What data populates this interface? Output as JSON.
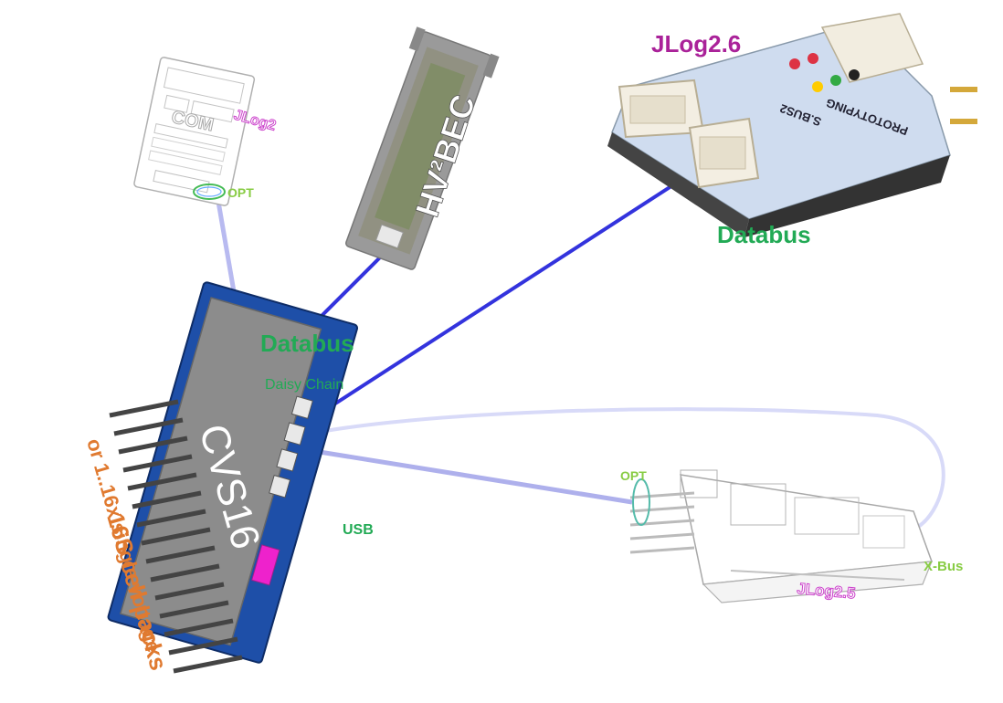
{
  "labels": {
    "jlog26": "JLog2.6",
    "jlog2": "JLog2",
    "jlog25": "JLog2.5",
    "hvbec": "HV²BEC",
    "cvs16": "CVS16",
    "databus_top": "Databus",
    "databus_mid": "Databus",
    "daisy_chain": "Daisy Chain",
    "opt_top": "OPT",
    "opt_right": "OPT",
    "usb": "USB",
    "xbus": "X-Bus",
    "packs_line1": "16S cell packs",
    "packs_line2": "or 1..16x single voltage"
  },
  "device_text": {
    "com": "COM",
    "prototyping": "PROTOTYPING",
    "bus": "S.BUS2"
  },
  "colors": {
    "databus_line": "#3333dd",
    "light_line": "#b8baf0",
    "green": "#22aa55",
    "light_green": "#88cc44",
    "magenta": "#aa2299",
    "pink": "#cc44cc",
    "orange": "#e07a30",
    "usb_fill": "#ee22cc",
    "board_gray": "#8c8c8c"
  }
}
